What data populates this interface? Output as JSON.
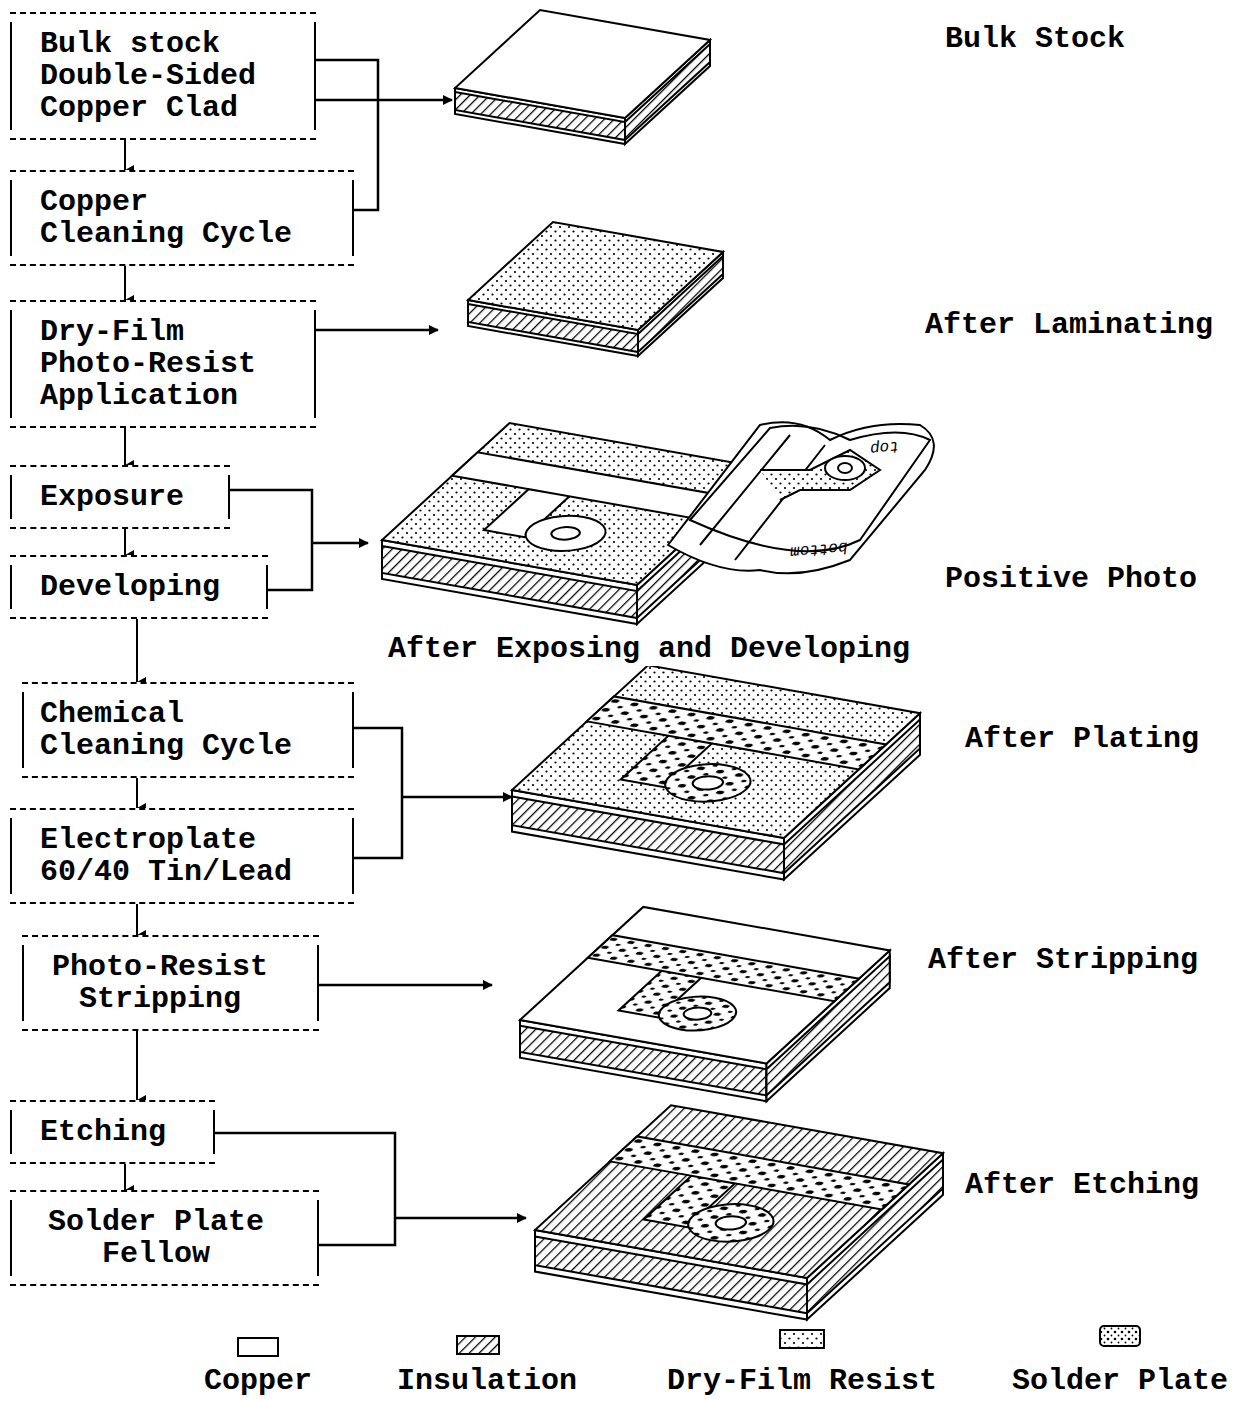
{
  "diagram": {
    "nodes": [
      {
        "text": [
          "Bulk stock Double-Sided Copper Clad"
        ]
      },
      {
        "text": [
          "Copper Cleaning Cycle"
        ]
      },
      {
        "text": [
          "Dry-Film Photo-Resist Application"
        ]
      },
      {
        "text": [
          "Exposure"
        ]
      },
      {
        "text": [
          "Developing"
        ]
      },
      {
        "text": [
          "Chemical Cleaning Cycle"
        ]
      },
      {
        "text": [
          "Electroplate 60/40 Tin/Lead"
        ]
      },
      {
        "text": [
          "Photo-Resist Stripping"
        ]
      },
      {
        "text": [
          "Etching"
        ]
      },
      {
        "text": [
          "Solder Plate Fellow"
        ]
      }
    ],
    "edges": [
      {
        "from": 0,
        "to": 1,
        "arrow": "to"
      },
      {
        "from": 1,
        "to": 2,
        "arrow": "to"
      },
      {
        "from": 2,
        "to": 3,
        "arrow": "to"
      },
      {
        "from": 3,
        "to": 4,
        "arrow": "to"
      },
      {
        "from": 4,
        "to": 5,
        "arrow": "to"
      },
      {
        "from": 5,
        "to": 6,
        "arrow": "to"
      },
      {
        "from": 6,
        "to": 7,
        "arrow": "to"
      },
      {
        "from": 7,
        "to": 8,
        "arrow": "to"
      },
      {
        "from": 8,
        "to": 9,
        "arrow": "to"
      }
    ],
    "labels": [
      "Bulk Stock",
      "After Laminating",
      "top",
      "bottom",
      "Positive Photo",
      "After Exposing and Developing",
      "After Plating",
      "After Stripping",
      "After Etching"
    ],
    "legend": [
      {
        "text": "Copper",
        "color": "#ffffff"
      },
      {
        "text": "Insulation"
      },
      {
        "text": "Dry-Film Resist"
      },
      {
        "text": "Solder Plate"
      }
    ]
  }
}
